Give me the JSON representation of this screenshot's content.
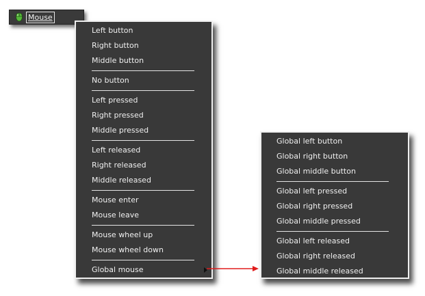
{
  "menubar": {
    "title": "Mouse",
    "icon": "mouse-icon",
    "icon_color": "#56b93a"
  },
  "main_menu": {
    "items": [
      {
        "label": "Left button"
      },
      {
        "label": "Right button"
      },
      {
        "label": "Middle button"
      },
      {
        "label": "No button"
      },
      {
        "label": "Left pressed"
      },
      {
        "label": "Right pressed"
      },
      {
        "label": "Middle pressed"
      },
      {
        "label": "Left released"
      },
      {
        "label": "Right released"
      },
      {
        "label": "Middle released"
      },
      {
        "label": "Mouse enter"
      },
      {
        "label": "Mouse leave"
      },
      {
        "label": "Mouse wheel up"
      },
      {
        "label": "Mouse wheel down"
      },
      {
        "label": "Global mouse"
      }
    ]
  },
  "submenu": {
    "items": [
      {
        "label": "Global left button"
      },
      {
        "label": "Global right button"
      },
      {
        "label": "Global middle button"
      },
      {
        "label": "Global left pressed"
      },
      {
        "label": "Global right pressed"
      },
      {
        "label": "Global middle pressed"
      },
      {
        "label": "Global left released"
      },
      {
        "label": "Global right released"
      },
      {
        "label": "Global middle released"
      }
    ]
  },
  "colors": {
    "menu_bg": "#393939",
    "menu_text": "#f0f0f0",
    "connector_arrow": "#e01b1b"
  }
}
